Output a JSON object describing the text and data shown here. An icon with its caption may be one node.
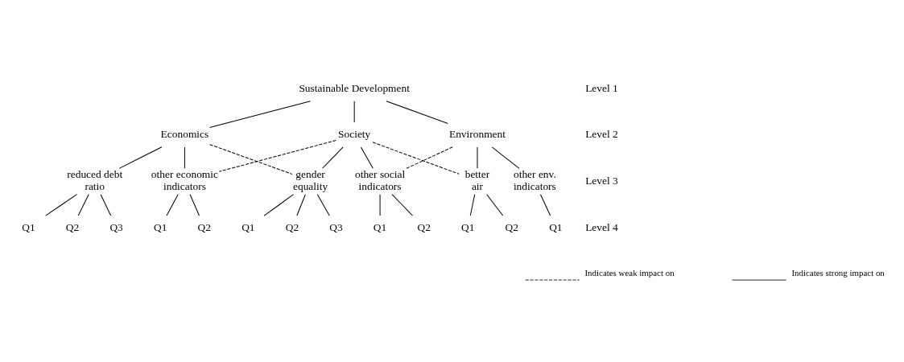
{
  "diagram": {
    "nodes": [
      {
        "text": [
          "Sustainable Development"
        ]
      },
      {
        "text": [
          "Economics"
        ]
      },
      {
        "text": [
          "Society"
        ]
      },
      {
        "text": [
          "Environment"
        ]
      },
      {
        "text": [
          "reduced debt ratio"
        ]
      },
      {
        "text": [
          "other economic indicators"
        ]
      },
      {
        "text": [
          "gender equality"
        ]
      },
      {
        "text": [
          "other social indicators"
        ]
      },
      {
        "text": [
          "better air"
        ]
      },
      {
        "text": [
          "other env. indicators"
        ]
      },
      {
        "text": [
          "Q1"
        ]
      },
      {
        "text": [
          "Q2"
        ]
      },
      {
        "text": [
          "Q3"
        ]
      },
      {
        "text": [
          "Q1"
        ]
      },
      {
        "text": [
          "Q2"
        ]
      },
      {
        "text": [
          "Q1"
        ]
      },
      {
        "text": [
          "Q2"
        ]
      },
      {
        "text": [
          "Q3"
        ]
      },
      {
        "text": [
          "Q1"
        ]
      },
      {
        "text": [
          "Q2"
        ]
      },
      {
        "text": [
          "Q1"
        ]
      },
      {
        "text": [
          "Q2"
        ]
      },
      {
        "text": [
          "Q1"
        ]
      }
    ],
    "edges": [
      {
        "from": 0,
        "to": 1,
        "arrow": "none"
      },
      {
        "from": 0,
        "to": 2,
        "arrow": "none"
      },
      {
        "from": 0,
        "to": 3,
        "arrow": "none"
      },
      {
        "from": 1,
        "to": 4,
        "arrow": "none"
      },
      {
        "from": 1,
        "to": 5,
        "arrow": "none"
      },
      {
        "from": 1,
        "to": 6,
        "arrow": "none",
        "style": "dashed"
      },
      {
        "from": 2,
        "to": 5,
        "arrow": "none",
        "style": "dashed"
      },
      {
        "from": 2,
        "to": 6,
        "arrow": "none"
      },
      {
        "from": 2,
        "to": 7,
        "arrow": "none"
      },
      {
        "from": 2,
        "to": 8,
        "arrow": "none",
        "style": "dashed"
      },
      {
        "from": 3,
        "to": 7,
        "arrow": "none",
        "style": "dashed"
      },
      {
        "from": 3,
        "to": 8,
        "arrow": "none"
      },
      {
        "from": 3,
        "to": 9,
        "arrow": "none"
      },
      {
        "from": 4,
        "to": 10,
        "arrow": "none"
      },
      {
        "from": 4,
        "to": 11,
        "arrow": "none"
      },
      {
        "from": 4,
        "to": 12,
        "arrow": "none"
      },
      {
        "from": 5,
        "to": 13,
        "arrow": "none"
      },
      {
        "from": 5,
        "to": 14,
        "arrow": "none"
      },
      {
        "from": 6,
        "to": 15,
        "arrow": "none"
      },
      {
        "from": 6,
        "to": 16,
        "arrow": "none"
      },
      {
        "from": 6,
        "to": 17,
        "arrow": "none"
      },
      {
        "from": 7,
        "to": 18,
        "arrow": "none"
      },
      {
        "from": 7,
        "to": 19,
        "arrow": "none"
      },
      {
        "from": 8,
        "to": 20,
        "arrow": "none"
      },
      {
        "from": 8,
        "to": 21,
        "arrow": "none"
      },
      {
        "from": 9,
        "to": 22,
        "arrow": "none"
      }
    ],
    "labels": [
      "Level 1",
      "Level 2",
      "Level 3",
      "Level 4"
    ],
    "legend": [
      {
        "text": "Indicates weak impact on"
      },
      {
        "text": "Indicates strong impact on"
      }
    ]
  }
}
